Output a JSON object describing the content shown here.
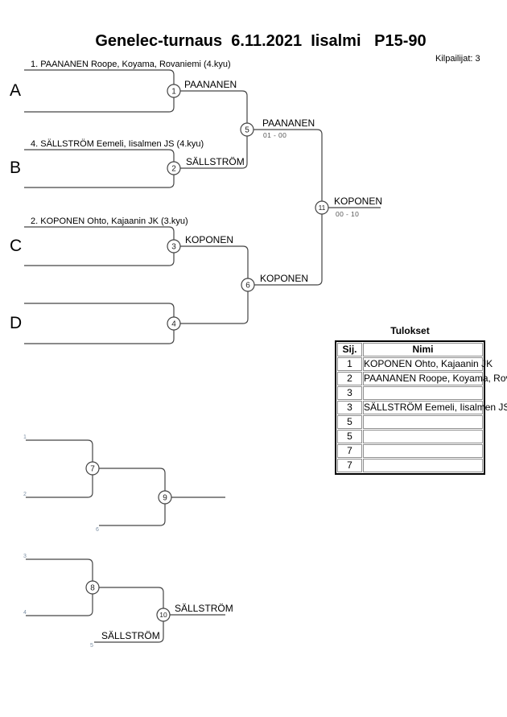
{
  "page": {
    "title": "Genelec-turnaus  6.11.2021  Iisalmi   P15-90",
    "competitors": "Kilpailijat: 3"
  },
  "bracket": {
    "letters": {
      "a": "A",
      "b": "B",
      "c": "C",
      "d": "D"
    },
    "seeds": {
      "a": "1. PAANANEN Roope, Koyama, Rovaniemi (4.kyu)",
      "b": "4. SÄLLSTRÖM Eemeli, Iisalmen JS (4.kyu)",
      "c": "2. KOPONEN Ohto, Kajaanin JK (3.kyu)"
    },
    "nodes": {
      "n1": {
        "num": "1",
        "winner": "PAANANEN"
      },
      "n2": {
        "num": "2",
        "winner": "SÄLLSTRÖM"
      },
      "n3": {
        "num": "3",
        "winner": "KOPONEN"
      },
      "n4": {
        "num": "4",
        "winner": ""
      },
      "n5": {
        "num": "5",
        "winner": "PAANANEN",
        "score": "01 - 00"
      },
      "n6": {
        "num": "6",
        "winner": "KOPONEN",
        "score": ""
      },
      "n11": {
        "num": "11",
        "winner": "KOPONEN",
        "score": "00 - 10"
      }
    }
  },
  "repechage": {
    "nodes": {
      "n7": {
        "num": "7",
        "winner": ""
      },
      "n8": {
        "num": "8",
        "winner": ""
      },
      "n9": {
        "num": "9",
        "winner": ""
      },
      "n10": {
        "num": "10",
        "winner": "SÄLLSTRÖM"
      }
    },
    "feeder_label": "SÄLLSTRÖM",
    "slots": {
      "s1": "1",
      "s2": "2",
      "s3": "3",
      "s4": "4",
      "s5": "5",
      "s6": "6"
    }
  },
  "results": {
    "title": "Tulokset",
    "columns": {
      "place": "Sij.",
      "name": "Nimi"
    },
    "rows": [
      {
        "place": "1",
        "name": "KOPONEN Ohto, Kajaanin JK"
      },
      {
        "place": "2",
        "name": "PAANANEN Roope, Koyama, Rovaniemi"
      },
      {
        "place": "3",
        "name": ""
      },
      {
        "place": "3",
        "name": "SÄLLSTRÖM Eemeli, Iisalmen JS"
      },
      {
        "place": "5",
        "name": ""
      },
      {
        "place": "5",
        "name": ""
      },
      {
        "place": "7",
        "name": ""
      },
      {
        "place": "7",
        "name": ""
      }
    ]
  },
  "colors": {
    "line": "#444444",
    "score_text": "#555555",
    "slot_digit": "#7d90a5",
    "table_border": "#000000",
    "cell_border": "#8f8f8f"
  }
}
